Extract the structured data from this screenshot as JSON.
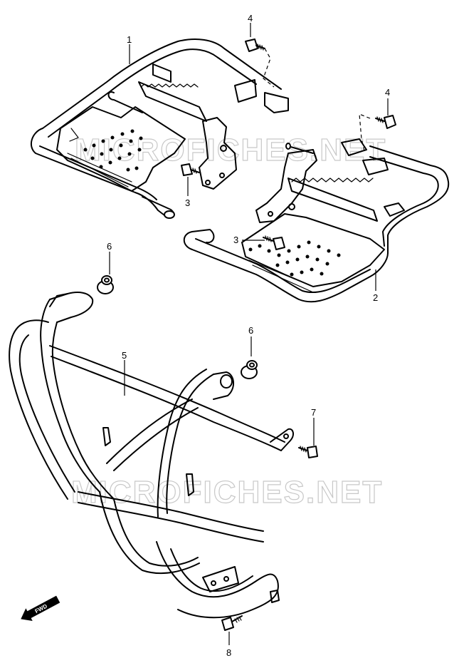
{
  "callouts": {
    "c1": "1",
    "c2": "2",
    "c3a": "3",
    "c3b": "3",
    "c4a": "4",
    "c4b": "4",
    "c5": "5",
    "c6a": "6",
    "c6b": "6",
    "c7": "7",
    "c8": "8"
  },
  "watermark": {
    "top": "MICROFICHES.NET",
    "bottom": "MICROFICHES.NET"
  },
  "fwd_label": "FWD"
}
